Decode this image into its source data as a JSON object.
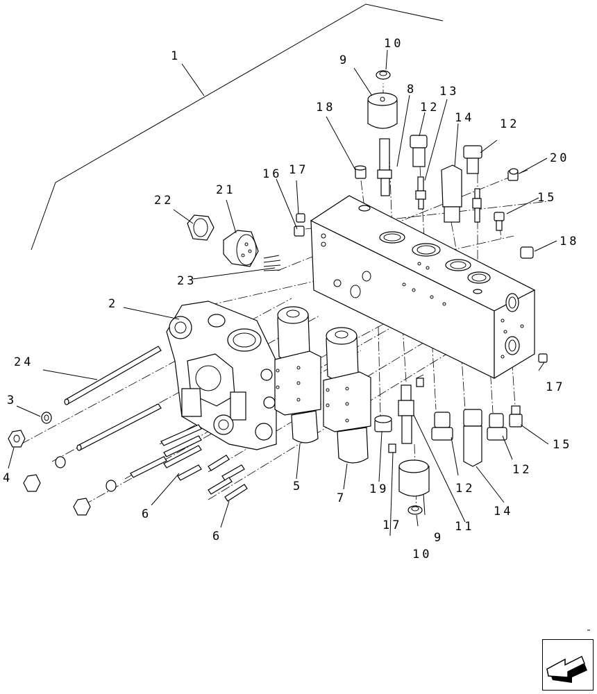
{
  "callouts": {
    "c1": "1",
    "c2": "2",
    "c3": "3",
    "c4": "4",
    "c5": "5",
    "c6a": "6",
    "c6b": "6",
    "c7": "7",
    "c8": "8",
    "c9a": "9",
    "c9b": "9",
    "c10a": "10",
    "c10b": "10",
    "c11": "11",
    "c12a": "12",
    "c12b": "12",
    "c12c": "12",
    "c12d": "12",
    "c13": "13",
    "c14a": "14",
    "c14b": "14",
    "c15a": "15",
    "c15b": "15",
    "c16": "16",
    "c17a": "17",
    "c17b": "17",
    "c17c": "17",
    "c18a": "18",
    "c18b": "18",
    "c19": "19",
    "c20": "20",
    "c21": "21",
    "c22": "22",
    "c23": "23",
    "c24": "24"
  },
  "navigation": {
    "icon": "arrow-left-icon"
  }
}
